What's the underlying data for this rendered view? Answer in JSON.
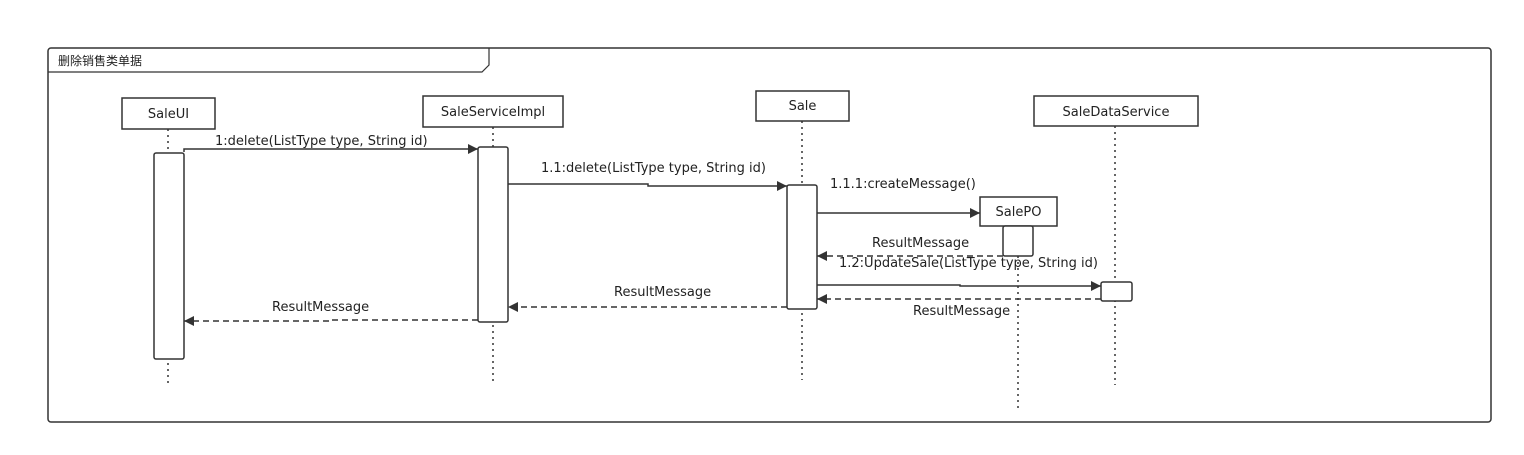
{
  "frame": {
    "title": "删除销售类单据"
  },
  "participants": [
    {
      "id": "saleui",
      "name": "SaleUI"
    },
    {
      "id": "saleserviceimpl",
      "name": "SaleServiceImpl"
    },
    {
      "id": "sale",
      "name": "Sale"
    },
    {
      "id": "saledataservice",
      "name": "SaleDataService"
    },
    {
      "id": "salepo",
      "name": "SalePO"
    }
  ],
  "messages": [
    {
      "id": "m1",
      "label": "1:delete(ListType type, String id)",
      "type": "sync"
    },
    {
      "id": "m2",
      "label": "1.1:delete(ListType type, String id)",
      "type": "sync"
    },
    {
      "id": "m3",
      "label": "1.1.1:createMessage()",
      "type": "create"
    },
    {
      "id": "m4",
      "label": "ResultMessage",
      "type": "return"
    },
    {
      "id": "m5",
      "label": "1.2:UpdateSale(ListType type, String id)",
      "type": "sync"
    },
    {
      "id": "m6",
      "label": "ResultMessage",
      "type": "return"
    },
    {
      "id": "m7",
      "label": "ResultMessage",
      "type": "return"
    },
    {
      "id": "m8",
      "label": "ResultMessage",
      "type": "return"
    }
  ],
  "colors": {
    "line": "#333333",
    "background": "#ffffff"
  }
}
